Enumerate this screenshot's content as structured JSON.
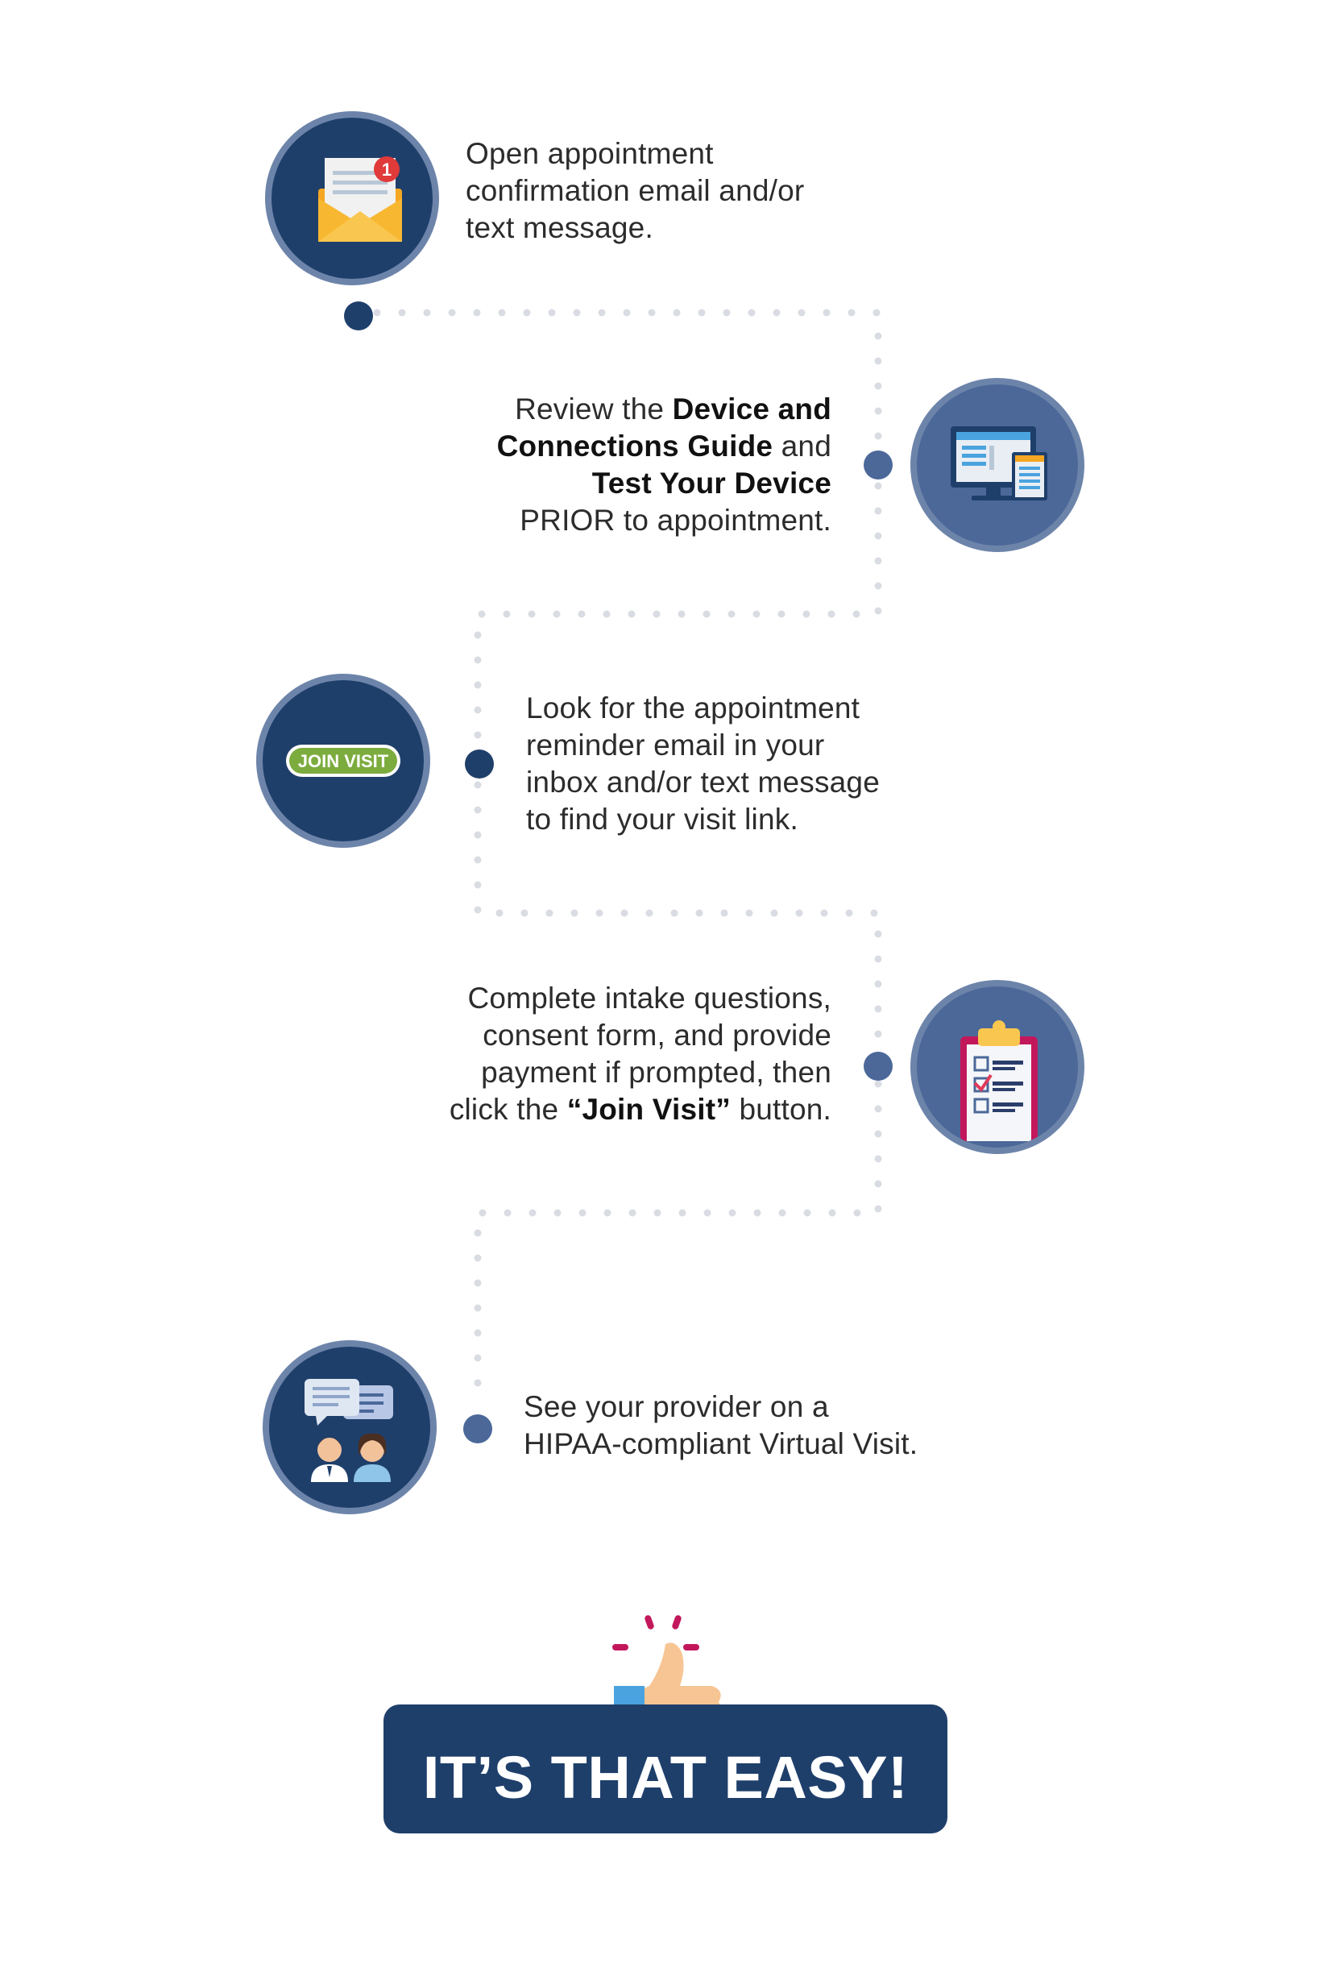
{
  "steps": [
    {
      "id": 1,
      "icon": "envelope-notification-icon",
      "badge": "1",
      "parts": [
        {
          "text": "Open appointment",
          "bold": false
        },
        {
          "text": "\nconfirmation email and/or",
          "bold": false
        },
        {
          "text": "\ntext message.",
          "bold": false
        }
      ]
    },
    {
      "id": 2,
      "icon": "computer-monitor-icon",
      "parts": [
        {
          "text": "Review the ",
          "bold": false
        },
        {
          "text": "Device and",
          "bold": true
        },
        {
          "text": "\n",
          "bold": false
        },
        {
          "text": "Connections Guide",
          "bold": true
        },
        {
          "text": " and",
          "bold": false
        },
        {
          "text": "\n",
          "bold": false
        },
        {
          "text": "Test Your Device",
          "bold": true
        },
        {
          "text": "\nPRIOR to appointment.",
          "bold": false
        }
      ]
    },
    {
      "id": 3,
      "icon": "join-visit-button-icon",
      "button_label": "JOIN VISIT",
      "parts": [
        {
          "text": "Look for the appointment",
          "bold": false
        },
        {
          "text": "\nreminder email in your",
          "bold": false
        },
        {
          "text": "\ninbox and/or text message",
          "bold": false
        },
        {
          "text": "\nto find your visit link.",
          "bold": false
        }
      ]
    },
    {
      "id": 4,
      "icon": "clipboard-checklist-icon",
      "parts": [
        {
          "text": "Complete intake questions,",
          "bold": false
        },
        {
          "text": "\nconsent form, and provide",
          "bold": false
        },
        {
          "text": "\npayment if prompted, then",
          "bold": false
        },
        {
          "text": "\nclick the ",
          "bold": false
        },
        {
          "text": "“Join Visit”",
          "bold": true
        },
        {
          "text": " button.",
          "bold": false
        }
      ]
    },
    {
      "id": 5,
      "icon": "provider-chat-icon",
      "parts": [
        {
          "text": "See your provider on a",
          "bold": false
        },
        {
          "text": "\nHIPAA-compliant Virtual Visit.",
          "bold": false
        }
      ]
    }
  ],
  "footer": {
    "label": "IT’S THAT EASY!",
    "icon": "thumbs-up-icon"
  },
  "colors": {
    "navy": "#1f3f6b",
    "mid_blue": "#4b6899",
    "ring": "#6d84aa",
    "dots": "#d9dce2",
    "green_button": "#7cac3e",
    "text": "#2c2c2c"
  }
}
